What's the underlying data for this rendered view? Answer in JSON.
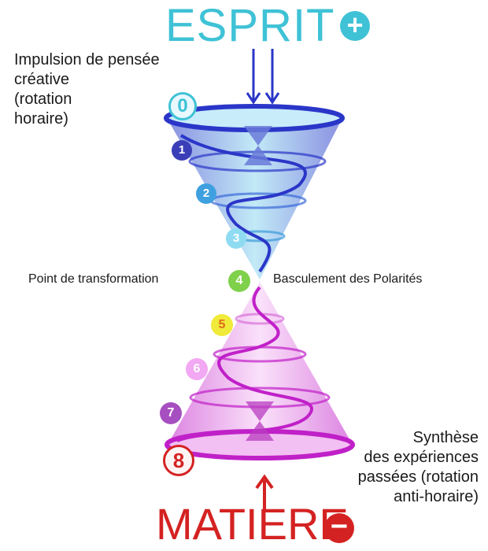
{
  "titles": {
    "top": "ESPRIT",
    "top_sign": "+",
    "bottom": "MATIERE",
    "bottom_sign": "−"
  },
  "notes": {
    "impulse_lines": [
      "Impulsion de pensée",
      "créative",
      "(rotation",
      "horaire)"
    ],
    "synthesis_lines": [
      "Synthèse",
      "des expériences",
      "passées (rotation",
      "anti-horaire)"
    ],
    "transformation": "Point de transformation",
    "polarity": "Basculement des Polarités"
  },
  "steps": [
    "0",
    "1",
    "2",
    "3",
    "4",
    "5",
    "6",
    "7",
    "8"
  ],
  "colors": {
    "top_cone": "#2f3fd6",
    "bottom_cone": "#cc2fd6",
    "cyan": "#3fc2d6",
    "red": "#d42222",
    "green": "#7fd04a",
    "yellow": "#f0ea3a"
  }
}
